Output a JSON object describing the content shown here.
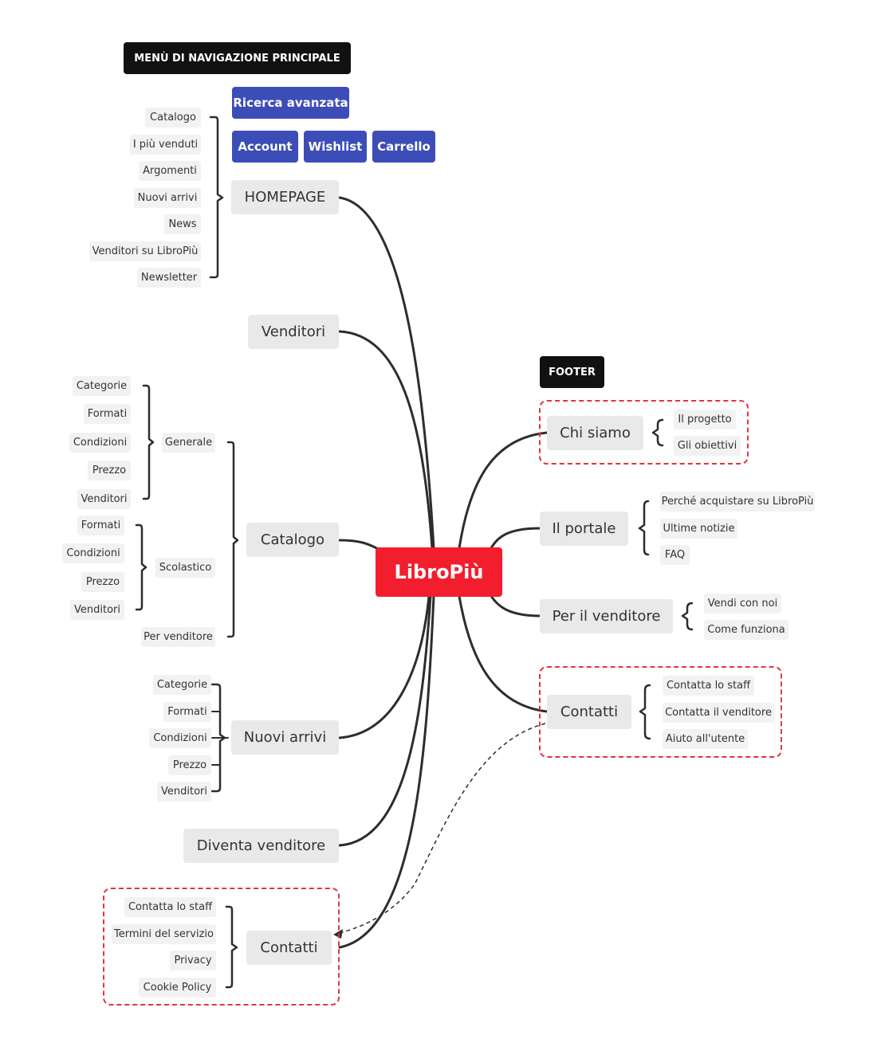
{
  "root": "LibroPiù",
  "nav_header": "MENÙ DI NAVIGAZIONE PRINCIPALE",
  "footer_header": "FOOTER",
  "top_buttons": {
    "search": "Ricerca avanzata",
    "account": "Account",
    "wishlist": "Wishlist",
    "cart": "Carrello"
  },
  "left": {
    "homepage": {
      "label": "HOMEPAGE",
      "items": [
        "Catalogo",
        "I più venduti",
        "Argomenti",
        "Nuovi arrivi",
        "News",
        "Venditori su LibroPiù",
        "Newsletter"
      ]
    },
    "venditori": {
      "label": "Venditori"
    },
    "catalogo": {
      "label": "Catalogo",
      "generale": {
        "label": "Generale",
        "items": [
          "Categorie",
          "Formati",
          "Condizioni",
          "Prezzo",
          "Venditori"
        ]
      },
      "scolastico": {
        "label": "Scolastico",
        "items": [
          "Formati",
          "Condizioni",
          "Prezzo",
          "Venditori"
        ]
      },
      "per_venditore": "Per venditore"
    },
    "nuovi_arrivi": {
      "label": "Nuovi arrivi",
      "items": [
        "Categorie",
        "Formati",
        "Condizioni",
        "Prezzo",
        "Venditori"
      ]
    },
    "diventa": {
      "label": "Diventa venditore"
    },
    "contatti": {
      "label": "Contatti",
      "items": [
        "Contatta lo staff",
        "Termini del servizio",
        "Privacy",
        "Cookie Policy"
      ]
    }
  },
  "right": {
    "chi_siamo": {
      "label": "Chi siamo",
      "items": [
        "Il progetto",
        "Gli obiettivi"
      ]
    },
    "portale": {
      "label": "Il portale",
      "items": [
        "Perché acquistare su LibroPiù",
        "Ultime notizie",
        "FAQ"
      ]
    },
    "venditore": {
      "label": "Per il venditore",
      "items": [
        "Vendi con noi",
        "Come funziona"
      ]
    },
    "contatti": {
      "label": "Contatti",
      "items": [
        "Contatta lo staff",
        "Contatta il venditore",
        "Aiuto all'utente"
      ]
    }
  },
  "colors": {
    "root": "#f21e2d",
    "nav_button": "#3d4db7",
    "header": "#111111",
    "dashed_box": "#e53340",
    "connector": "#333333"
  }
}
